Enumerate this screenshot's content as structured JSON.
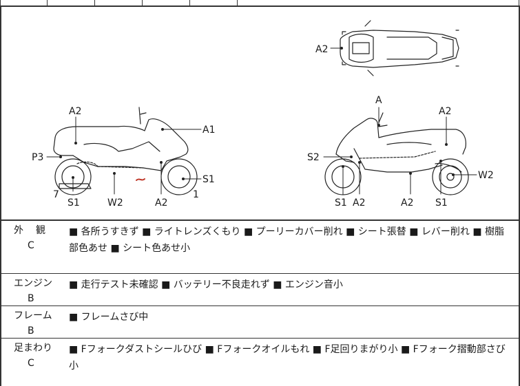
{
  "diagram": {
    "top_view_labels": {
      "a2": "A2"
    },
    "left_view_labels": {
      "a2_top": "A2",
      "a1": "A1",
      "p3": "P3",
      "s1_right": "S1",
      "num7": "7",
      "num1": "1",
      "s1_bottom": "S1",
      "w2_bottom": "W2",
      "a2_bottom": "A2"
    },
    "right_view_labels": {
      "a_top": "A",
      "a2_top": "A2",
      "s2": "S2",
      "w2": "W2",
      "s1_left": "S1",
      "a2_mid": "A2",
      "a2_right": "A2",
      "s1_right": "S1"
    }
  },
  "sections": [
    {
      "category": "外　観",
      "grade": "C",
      "notes": "■ 各所うすきず ■ ライトレンズくもり ■ プーリーカバー削れ ■ シート張替 ■ レバー削れ ■ 樹脂部色あせ ■ シート色あせ小"
    },
    {
      "category": "エンジン",
      "grade": "B",
      "notes": "■ 走行テスト未確認 ■ バッテリー不良走れず ■ エンジン音小"
    },
    {
      "category": "フレーム",
      "grade": "B",
      "notes": "■ フレームさび中"
    },
    {
      "category": "足まわり",
      "grade": "C",
      "notes": "■ Fフォークダストシールひび ■ Fフォークオイルもれ ■ F足回りまがり小 ■ Fフォーク摺動部さび小"
    }
  ]
}
